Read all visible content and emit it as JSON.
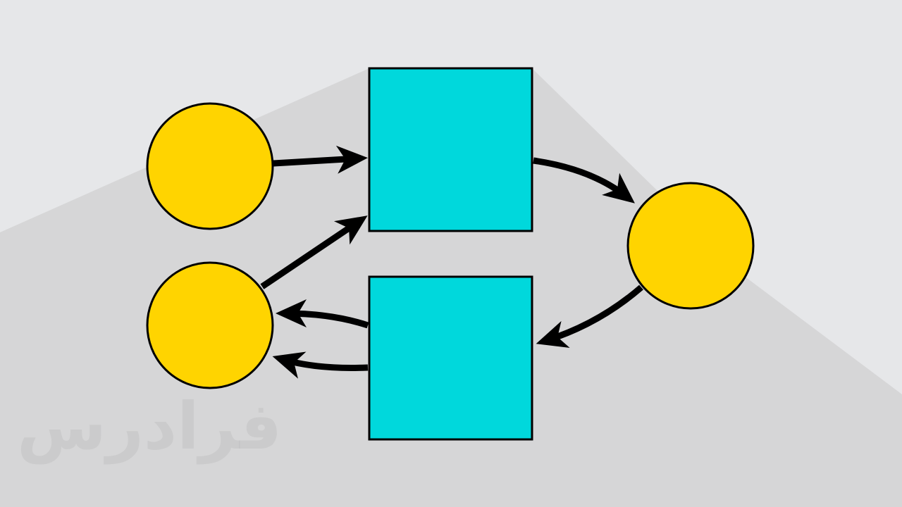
{
  "diagram": {
    "colors": {
      "background": "#e6e7e9",
      "shadow": "#d6d6d7",
      "circle_fill": "#ffd400",
      "square_fill": "#00d8dc",
      "stroke": "#000000",
      "arrow": "#000000"
    },
    "nodes": [
      {
        "id": "input-circle-top",
        "shape": "circle"
      },
      {
        "id": "input-circle-bottom",
        "shape": "circle"
      },
      {
        "id": "process-square-top",
        "shape": "square"
      },
      {
        "id": "process-square-bottom",
        "shape": "square"
      },
      {
        "id": "output-circle-right",
        "shape": "circle"
      }
    ],
    "edges": [
      {
        "from": "input-circle-top",
        "to": "process-square-top"
      },
      {
        "from": "input-circle-bottom",
        "to": "process-square-top"
      },
      {
        "from": "process-square-top",
        "to": "output-circle-right"
      },
      {
        "from": "output-circle-right",
        "to": "process-square-bottom"
      },
      {
        "from": "process-square-bottom",
        "to": "input-circle-bottom"
      },
      {
        "from": "process-square-bottom",
        "to": "input-circle-bottom"
      }
    ]
  },
  "watermark": {
    "text": "فرادرس"
  }
}
